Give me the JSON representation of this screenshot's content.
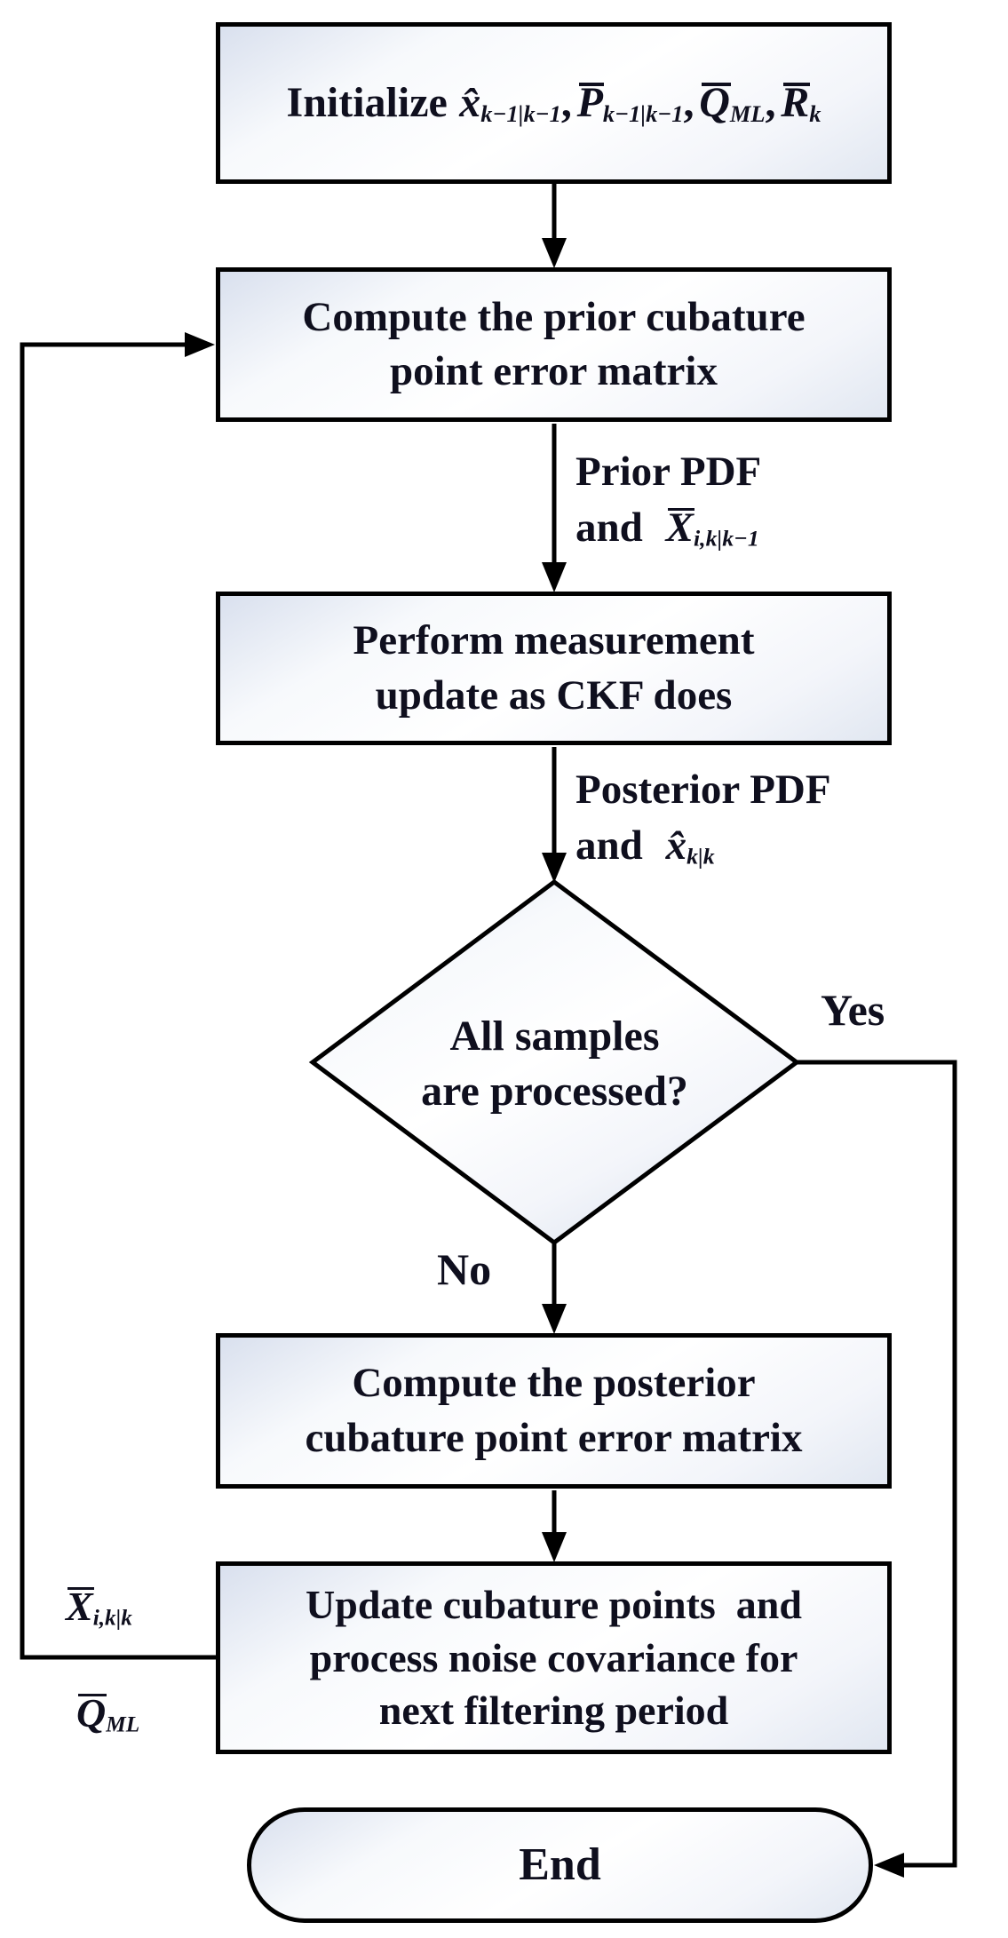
{
  "glyphs": {
    "comma": ","
  },
  "colors": {
    "line": "#000000",
    "text": "#0f0f1e",
    "fill_shade": "#d9e0ee",
    "fill_main": "#ffffff"
  },
  "nodes": {
    "init": {
      "prefix": "Initialize"
    },
    "prior": {
      "lines": [
        "Compute the prior cubature",
        "point error matrix"
      ]
    },
    "measure": {
      "lines": [
        "Perform measurement",
        "update as CKF does"
      ]
    },
    "decision": {
      "lines": [
        "All samples",
        "are processed?"
      ]
    },
    "posterior": {
      "lines": [
        "Compute the posterior",
        "cubature point error matrix"
      ]
    },
    "update": {
      "lines": [
        "Update cubature points  and",
        "process noise covariance for",
        "next filtering period"
      ]
    },
    "end": {
      "label": "End"
    }
  },
  "edge_labels": {
    "prior_pdf": {
      "line1": "Prior PDF",
      "and": "and"
    },
    "posterior_pdf": {
      "line1": "Posterior PDF",
      "and": "and"
    },
    "yes": "Yes",
    "no": "No"
  },
  "symbols": {
    "x_prev": {
      "base": "x̂",
      "sub": "k−1|k−1",
      "accent": "hat"
    },
    "P_prev": {
      "base": "P",
      "sub": "k−1|k−1",
      "accent": "bar"
    },
    "Q_ml": {
      "base": "Q",
      "sub": "ML",
      "accent": "bar"
    },
    "R_k": {
      "base": "R",
      "sub": "k",
      "accent": "bar"
    },
    "X_prior": {
      "base": "X",
      "sub": "i,k|k−1",
      "accent": "bar"
    },
    "x_post": {
      "base": "x̂",
      "sub": "k|k",
      "accent": "hat"
    },
    "X_post": {
      "base": "X",
      "sub": "i,k|k",
      "accent": "bar"
    },
    "Q_ml_fb": {
      "base": "Q",
      "sub": "ML",
      "accent": "bar"
    }
  }
}
